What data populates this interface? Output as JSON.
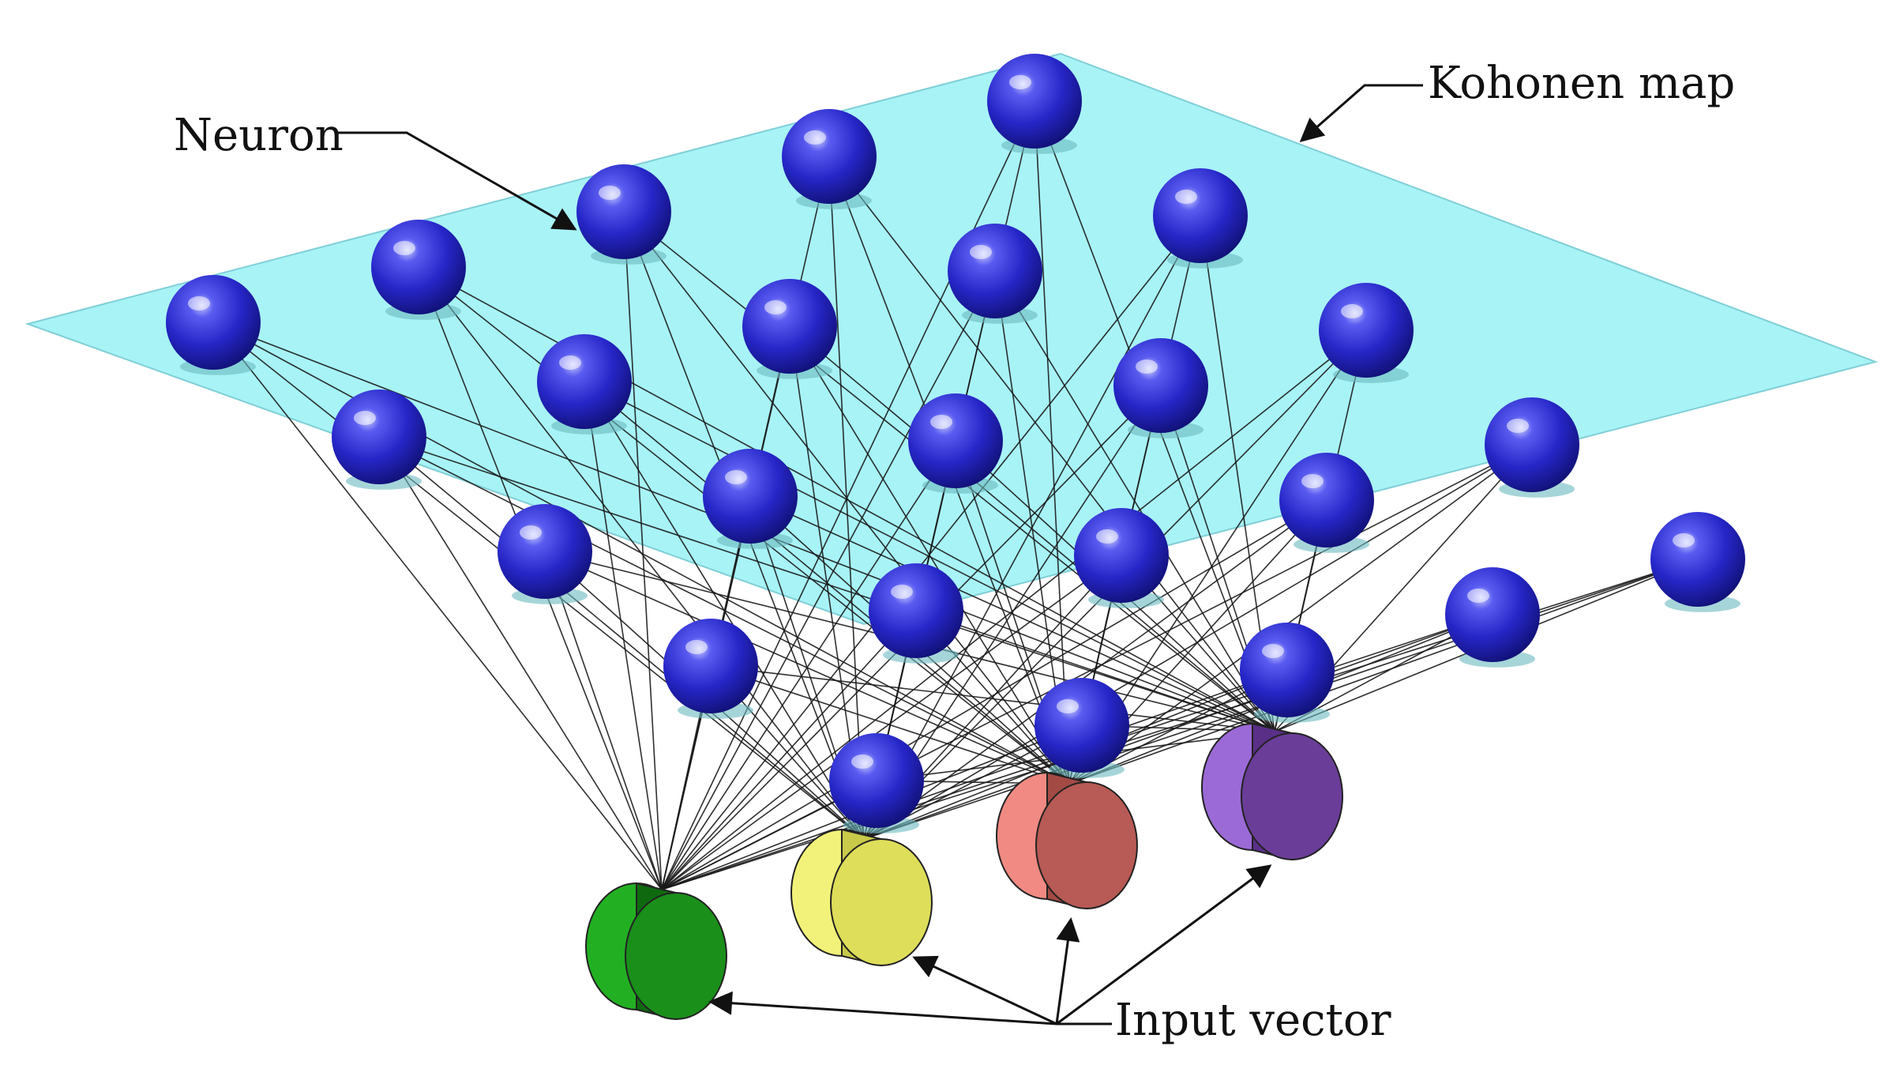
{
  "diagram": {
    "labels": {
      "neuron": "Neuron",
      "kohonen_map": "Kohonen map",
      "input_vector": "Input vector"
    },
    "colors": {
      "map_plane": "#a8f3f6",
      "neuron": "#2f2fd6",
      "neuron_highlight": "#9aa0ff",
      "connection": "#1a1a1a",
      "leader": "#111111"
    },
    "input_nodes": [
      {
        "name": "input-node-green",
        "face": "#1a8f1a",
        "side": "#0f6a0f",
        "rim": "#22b022"
      },
      {
        "name": "input-node-yellow",
        "face": "#dede5a",
        "side": "#c9c94a",
        "rim": "#f2f27a"
      },
      {
        "name": "input-node-red",
        "face": "#b85a55",
        "side": "#a44a45",
        "rim": "#f08a82"
      },
      {
        "name": "input-node-purple",
        "face": "#6a3d98",
        "side": "#5a2f88",
        "rim": "#9b6ad6"
      }
    ],
    "grid": {
      "rows": 5,
      "cols": 5
    }
  }
}
